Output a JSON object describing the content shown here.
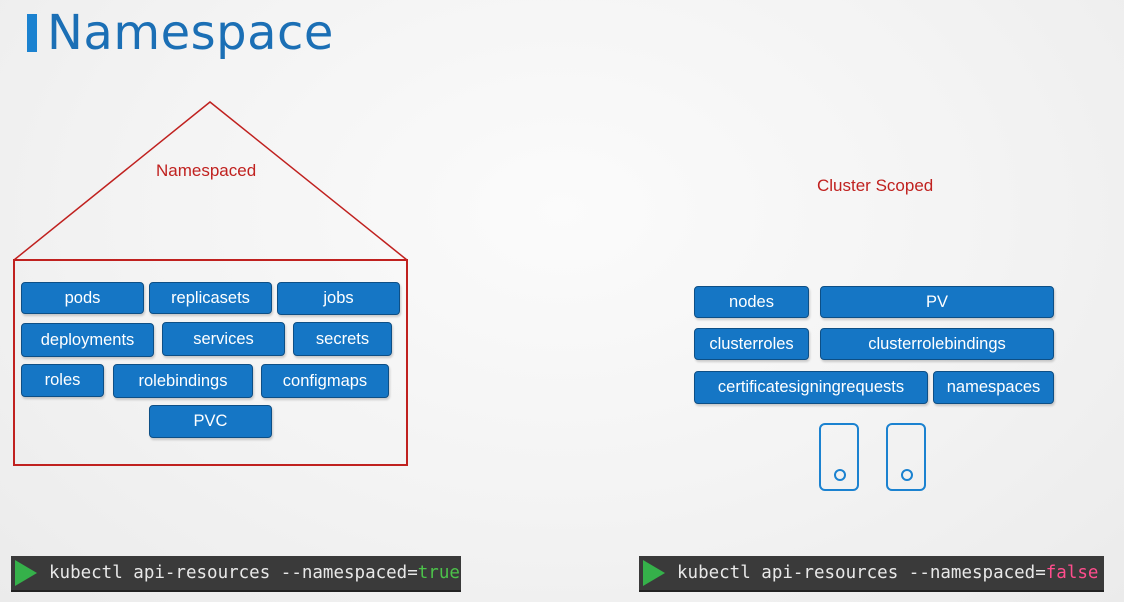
{
  "title": "Namespace",
  "namespaced": {
    "label": "Namespaced",
    "resources": [
      "pods",
      "replicasets",
      "jobs",
      "deployments",
      "services",
      "secrets",
      "roles",
      "rolebindings",
      "configmaps",
      "PVC"
    ],
    "command": {
      "text": "kubectl api-resources --namespaced=",
      "value": "true"
    }
  },
  "cluster": {
    "label": "Cluster Scoped",
    "resources": [
      "nodes",
      "PV",
      "clusterroles",
      "clusterrolebindings",
      "certificatesigningrequests",
      "namespaces"
    ],
    "command": {
      "text": "kubectl api-resources --namespaced=",
      "value": "false"
    }
  },
  "icons": {
    "node": "node-device-icon",
    "play": "play-icon"
  },
  "colors": {
    "title": "#1b6fb5",
    "resource_box": "#1576c5",
    "house_outline": "#c0211f",
    "command_true": "#4cc24a",
    "command_false": "#ff4d8d",
    "play": "#35b14a"
  }
}
